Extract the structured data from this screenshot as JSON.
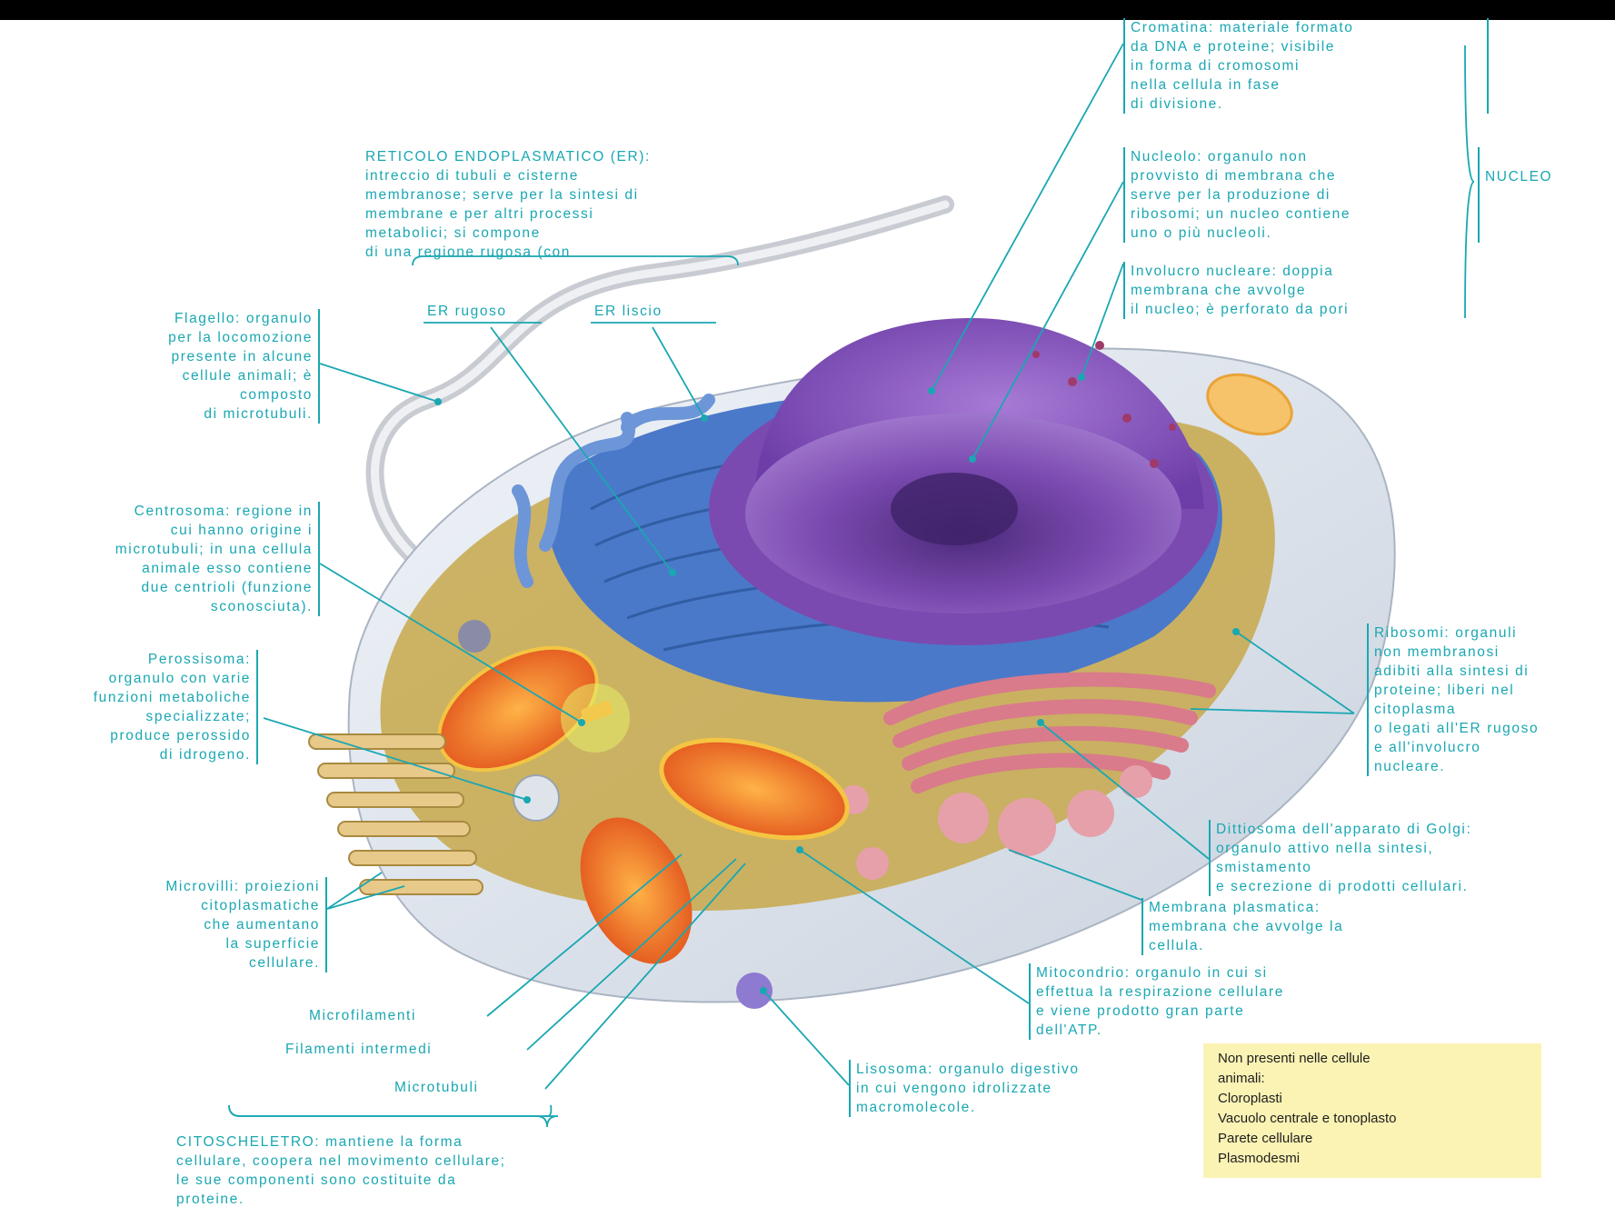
{
  "labels": {
    "cromatina": "Cromatina: materiale formato\nda DNA e proteine; visibile\nin forma di cromosomi\nnella cellula in fase\ndi divisione.",
    "nucleolo": "Nucleolo: organulo non\nprovvisto di membrana che\nserve per la produzione di\nribosomi; un nucleo contiene\nuno o più nucleoli.",
    "involucro": "Involucro nucleare: doppia\nmembrana che avvolge\nil nucleo; è perforato da pori",
    "nucleo": "NUCLEO",
    "reticolo": "RETICOLO ENDOPLASMATICO (ER):\nintreccio di tubuli e cisterne\nmembranose; serve per la sintesi di\nmembrane e per altri processi\nmetabolici; si compone\ndi una regione rugosa (con",
    "er_rugoso": "ER rugoso",
    "er_liscio": "ER liscio",
    "flagello": "Flagello: organulo\nper la locomozione\npresente in alcune\ncellule animali; è\ncomposto\ndi microtubuli.",
    "centrosoma": "Centrosoma: regione in\ncui hanno origine i\nmicrotubuli; in una cellula\nanimale esso contiene\ndue centrioli (funzione\nsconosciuta).",
    "perossisoma": "Perossisoma:\norganulo con varie\nfunzioni metaboliche\nspecializzate;\nproduce perossido\ndi idrogeno.",
    "microvilli": "Microvilli: proiezioni\ncitoplasmatiche\nche aumentano\nla superficie\ncellulare.",
    "microfilamenti": "Microfilamenti",
    "filamenti": "Filamenti intermedi",
    "microtubuli": "Microtubuli",
    "citoscheletro": "CITOSCHELETRO: mantiene la forma\ncellulare, coopera nel movimento cellulare;\nle sue componenti sono costituite da\nproteine.",
    "lisosoma": "Lisosoma: organulo digestivo\nin cui vengono idrolizzate\nmacromolecole.",
    "mitocondrio": "Mitocondrio: organulo in cui si\neffettua la respirazione cellulare\ne viene prodotto gran parte\ndell'ATP.",
    "membrana": "Membrana plasmatica:\nmembrana che avvolge la\ncellula.",
    "golgi": "Dittiosoma dell'apparato di Golgi:\norganulo attivo nella sintesi,\nsmistamento\ne secrezione di prodotti cellulari.",
    "ribosomi": "Ribosomi: organuli\nnon membranosi\nadibiti alla sintesi di\nproteine; liberi nel\ncitoplasma\no legati all'ER rugoso\ne all'involucro\nnucleare."
  },
  "yellow_box": {
    "text": "Non presenti nelle cellule\nanimali:\nCloroplasti\nVacuolo centrale e tonoplasto\nParete cellulare\nPlasmodesmi",
    "color": "#fbf3b4"
  },
  "colors": {
    "label": "#1aa7b2",
    "nucleus": "#7b4ab0",
    "er": "#4a79c9",
    "golgi": "#d97b8a",
    "mitochondria": "#f07a2a",
    "cytoplasm": "#c7a84a",
    "membrane": "#dde4ee"
  }
}
